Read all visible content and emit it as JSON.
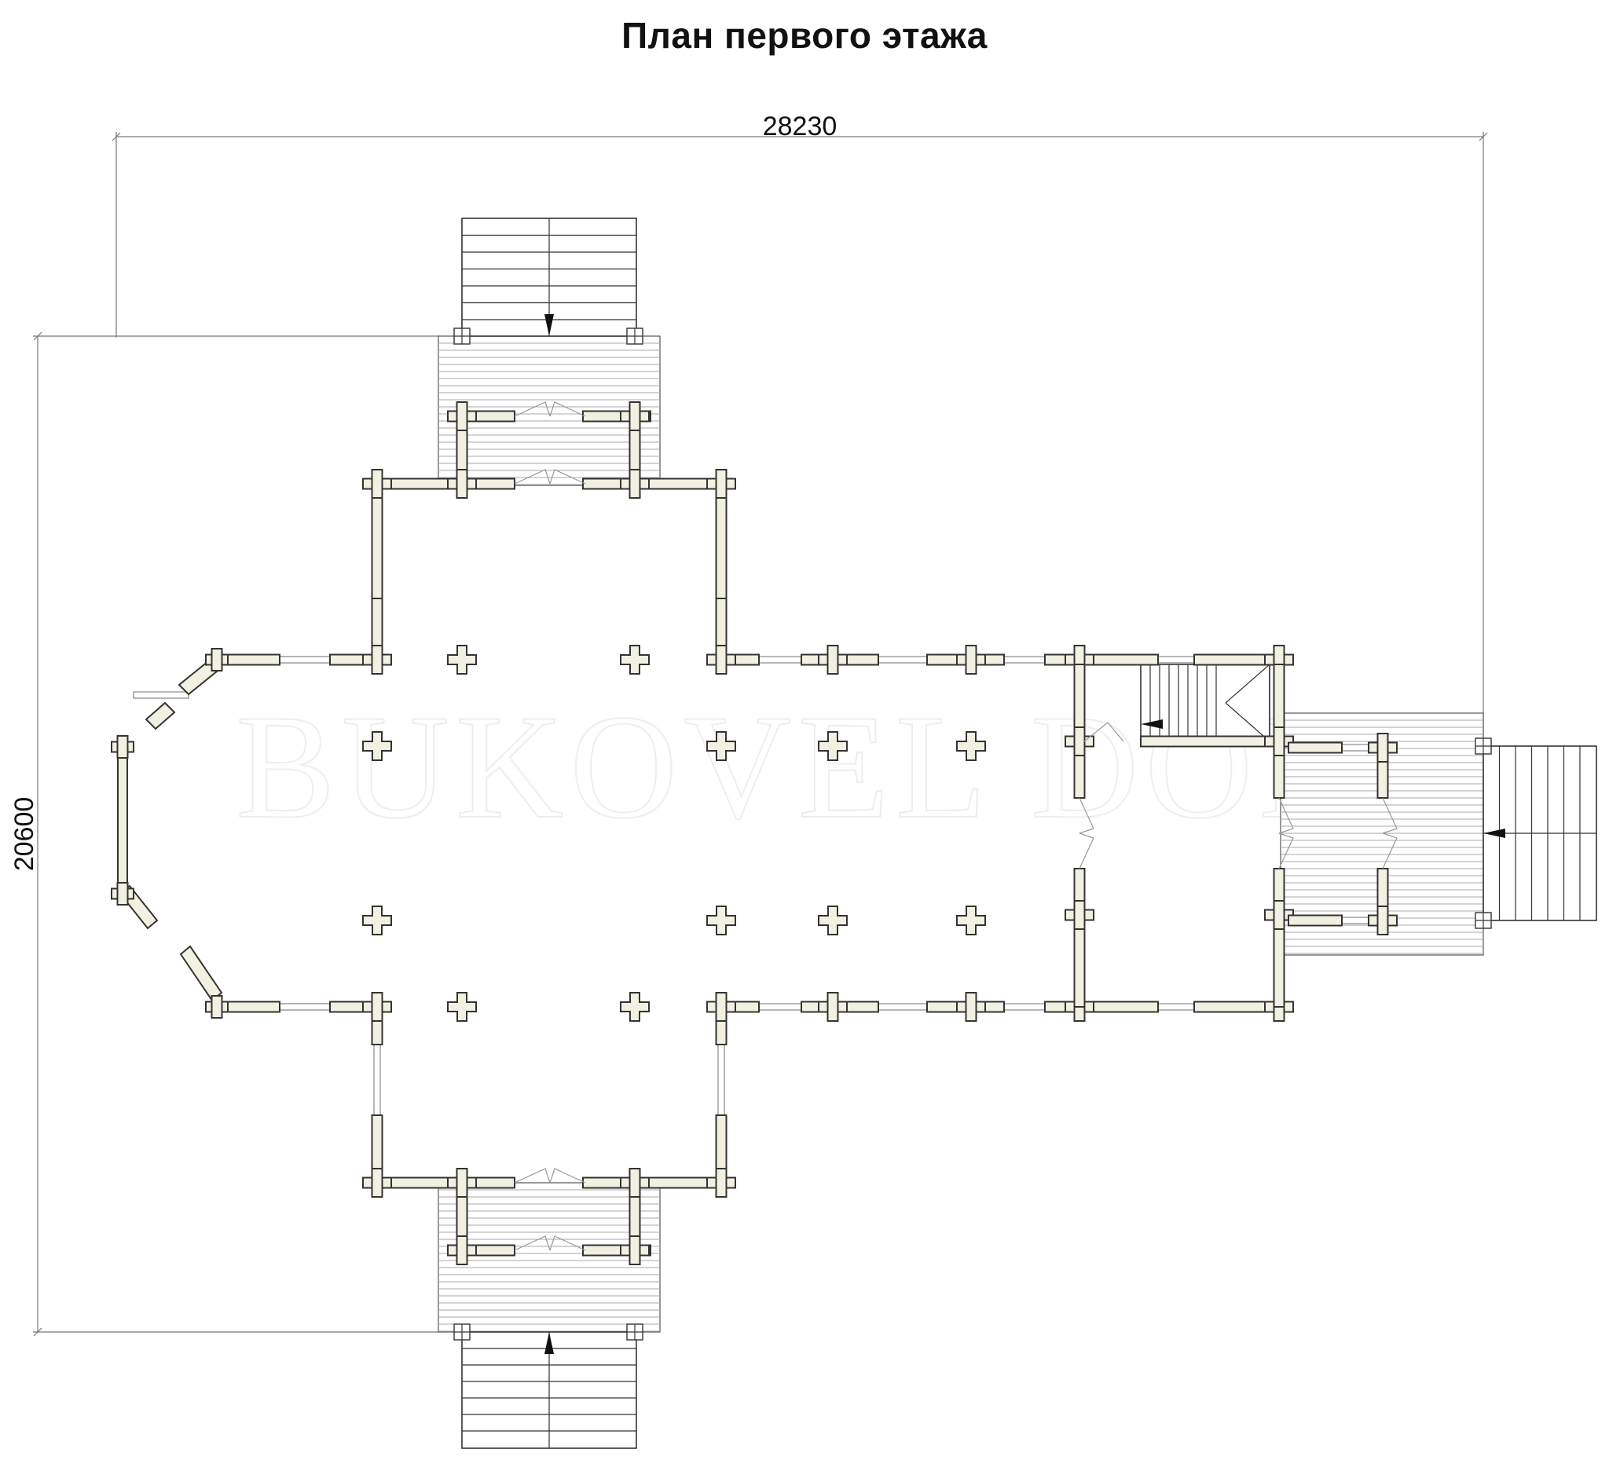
{
  "title": "План первого этажа",
  "dimensions": {
    "width_label": "28230",
    "height_label": "20600"
  },
  "watermark": "BUKOVEL DOM",
  "colors": {
    "wall_fill": "#f1f0e1",
    "outline": "#333333",
    "dimension_line": "#777777"
  }
}
